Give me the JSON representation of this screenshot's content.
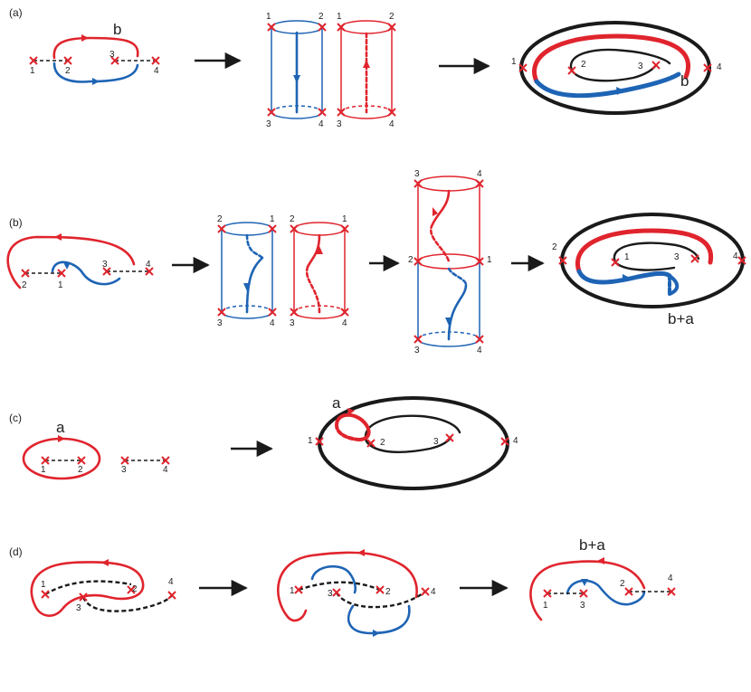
{
  "panels": {
    "a": {
      "label": "(a)",
      "curve_label": "b",
      "torus_curve_label": "b"
    },
    "b": {
      "label": "(b)",
      "torus_curve_label": "b+a"
    },
    "c": {
      "label": "(c)",
      "curve_label": "a",
      "torus_curve_label": "a"
    },
    "d": {
      "label": "(d)",
      "result_label": "b+a"
    }
  },
  "point_labels": {
    "p1": "1",
    "p2": "2",
    "p3": "3",
    "p4": "4"
  },
  "colors": {
    "red": "#e0242d",
    "blue": "#1e64b5",
    "black": "#1a1a1a"
  }
}
